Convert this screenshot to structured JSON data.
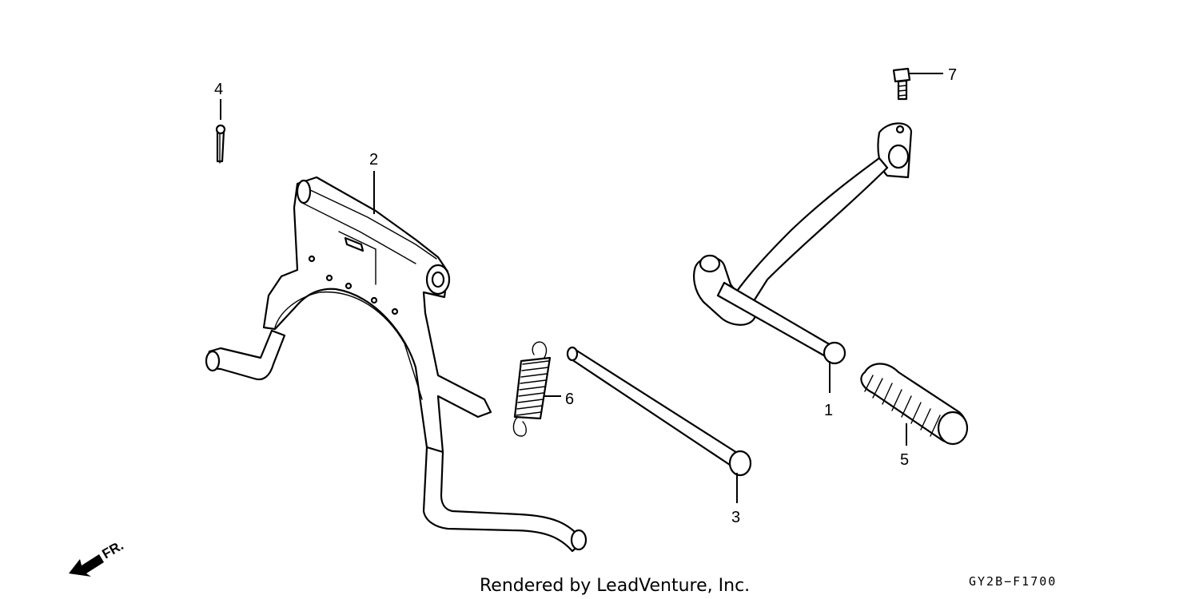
{
  "callouts": [
    {
      "id": "1",
      "label": "1"
    },
    {
      "id": "2",
      "label": "2"
    },
    {
      "id": "3",
      "label": "3"
    },
    {
      "id": "4",
      "label": "4"
    },
    {
      "id": "5",
      "label": "5"
    },
    {
      "id": "6",
      "label": "6"
    },
    {
      "id": "7",
      "label": "7"
    }
  ],
  "direction_marker": "FR.",
  "credit": "Rendered by LeadVenture, Inc.",
  "diagram_code": "GY2B−F1700"
}
